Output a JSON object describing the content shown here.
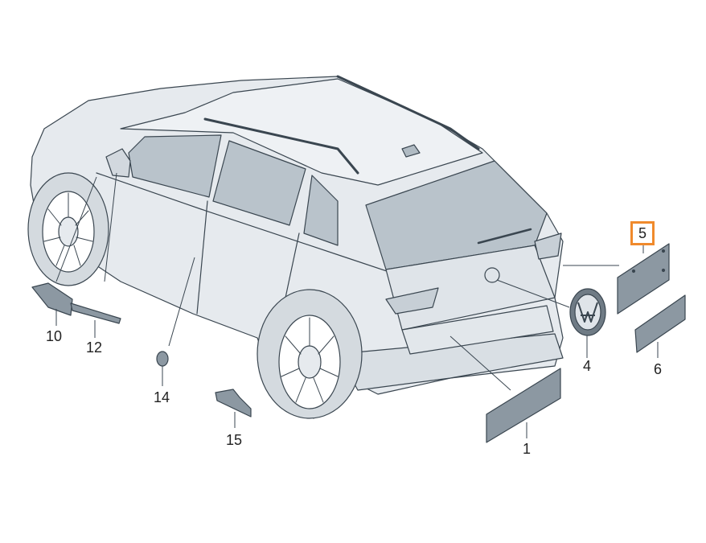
{
  "diagram": {
    "callouts": [
      {
        "id": "1",
        "label": "1",
        "selected": false
      },
      {
        "id": "4",
        "label": "4",
        "selected": false
      },
      {
        "id": "5",
        "label": "5",
        "selected": true
      },
      {
        "id": "6",
        "label": "6",
        "selected": false
      },
      {
        "id": "10",
        "label": "10",
        "selected": false
      },
      {
        "id": "12",
        "label": "12",
        "selected": false
      },
      {
        "id": "14",
        "label": "14",
        "selected": false
      },
      {
        "id": "15",
        "label": "15",
        "selected": false
      }
    ],
    "colors": {
      "body": "#e6eaee",
      "glass": "#b9c3cb",
      "line": "#3a4650",
      "part": "#8c98a2",
      "highlight": "#f08a2c"
    }
  }
}
